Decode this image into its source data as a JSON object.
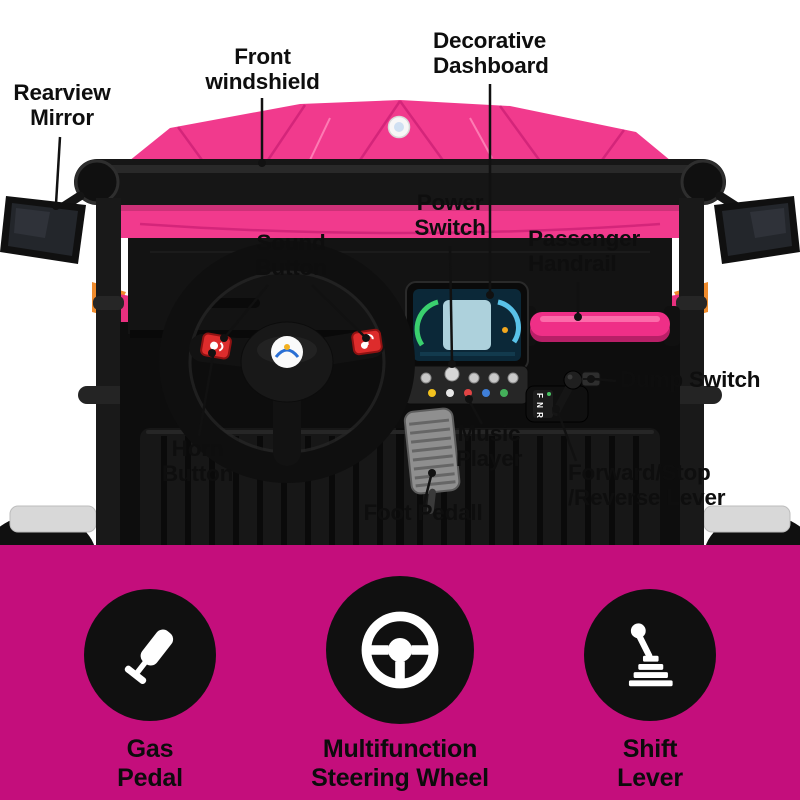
{
  "callouts": {
    "rearview_mirror": "Rearview\nMirror",
    "front_windshield": "Front\nwindshield",
    "decorative_dashboard": "Decorative\nDashboard",
    "power_switch": "Power\nSwitch",
    "sound_button": "Sound\nButton",
    "passenger_handrail": "Passenger\nHandrail",
    "dump_switch": "Dump Switch",
    "horn_button": "Horn\nButton",
    "music_player": "Music\nPlayer",
    "foot_pedal": "Foot Pedall",
    "forward_reverse_lever": "Forward/Stop\n/Reverse Lever"
  },
  "features": [
    {
      "label": "Gas\nPedal",
      "icon": "gas-pedal-icon"
    },
    {
      "label": "Multifunction\nSteering Wheel",
      "icon": "steering-wheel-icon"
    },
    {
      "label": "Shift\nLever",
      "icon": "shift-lever-icon"
    }
  ],
  "scene": {
    "gear_markings": "F N R"
  },
  "colors": {
    "band_magenta": "#c40e7c",
    "body_pink": "#f13a8d",
    "handrail_pink": "#ef2f87",
    "button_red": "#dd2c2c",
    "frame_black": "#141414",
    "text_black": "#0e0e0e"
  }
}
